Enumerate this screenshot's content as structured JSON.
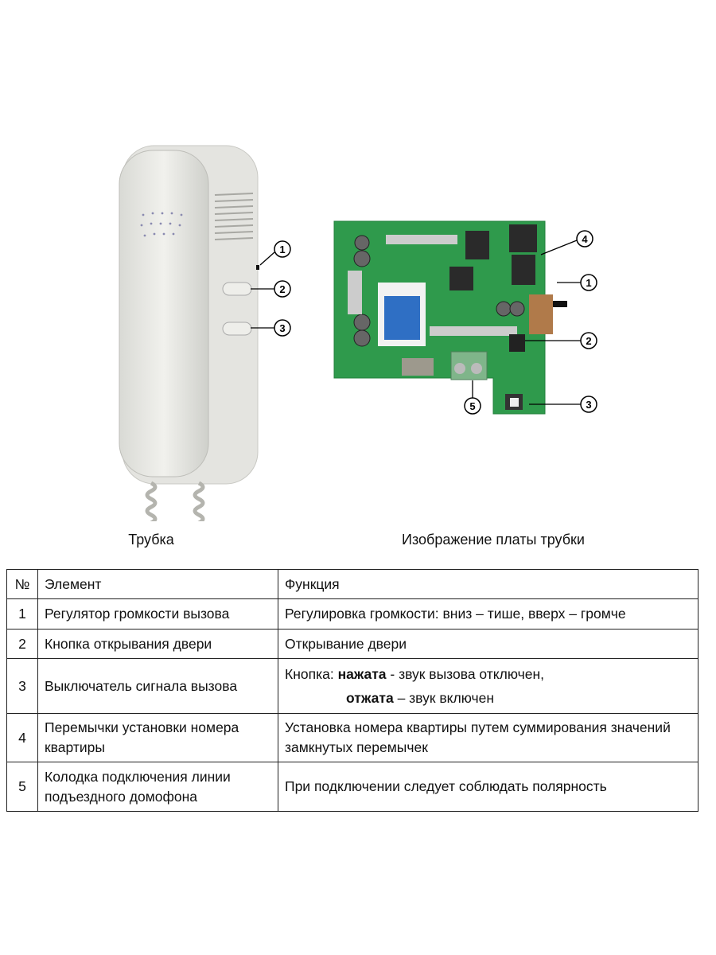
{
  "figures": {
    "handset_caption": "Трубка",
    "board_caption": "Изображение платы трубки",
    "handset_callouts": [
      "1",
      "2",
      "3"
    ],
    "board_callouts": [
      "4",
      "1",
      "2",
      "3",
      "5"
    ]
  },
  "table": {
    "headers": [
      "№",
      "Элемент",
      "Функция"
    ],
    "rows": [
      {
        "num": "1",
        "element": "Регулятор громкости вызова",
        "function": "Регулировка громкости: вниз – тише, вверх – громче"
      },
      {
        "num": "2",
        "element": "Кнопка открывания двери",
        "function": "Открывание двери"
      },
      {
        "num": "3",
        "element": "Выключатель сигнала вызова",
        "function_prefix": "Кнопка: ",
        "function_bold1": "нажата",
        "function_rest1": " - звук вызова отключен,",
        "function_bold2": "отжата",
        "function_rest2": " – звук включен"
      },
      {
        "num": "4",
        "element": "Перемычки установки номера квартиры",
        "function": "Установка номера квартиры путем суммирования значений замкнутых перемычек"
      },
      {
        "num": "5",
        "element": "Колодка подключения линии подъездного домофона",
        "function": "При подключении следует соблюдать полярность"
      }
    ]
  }
}
